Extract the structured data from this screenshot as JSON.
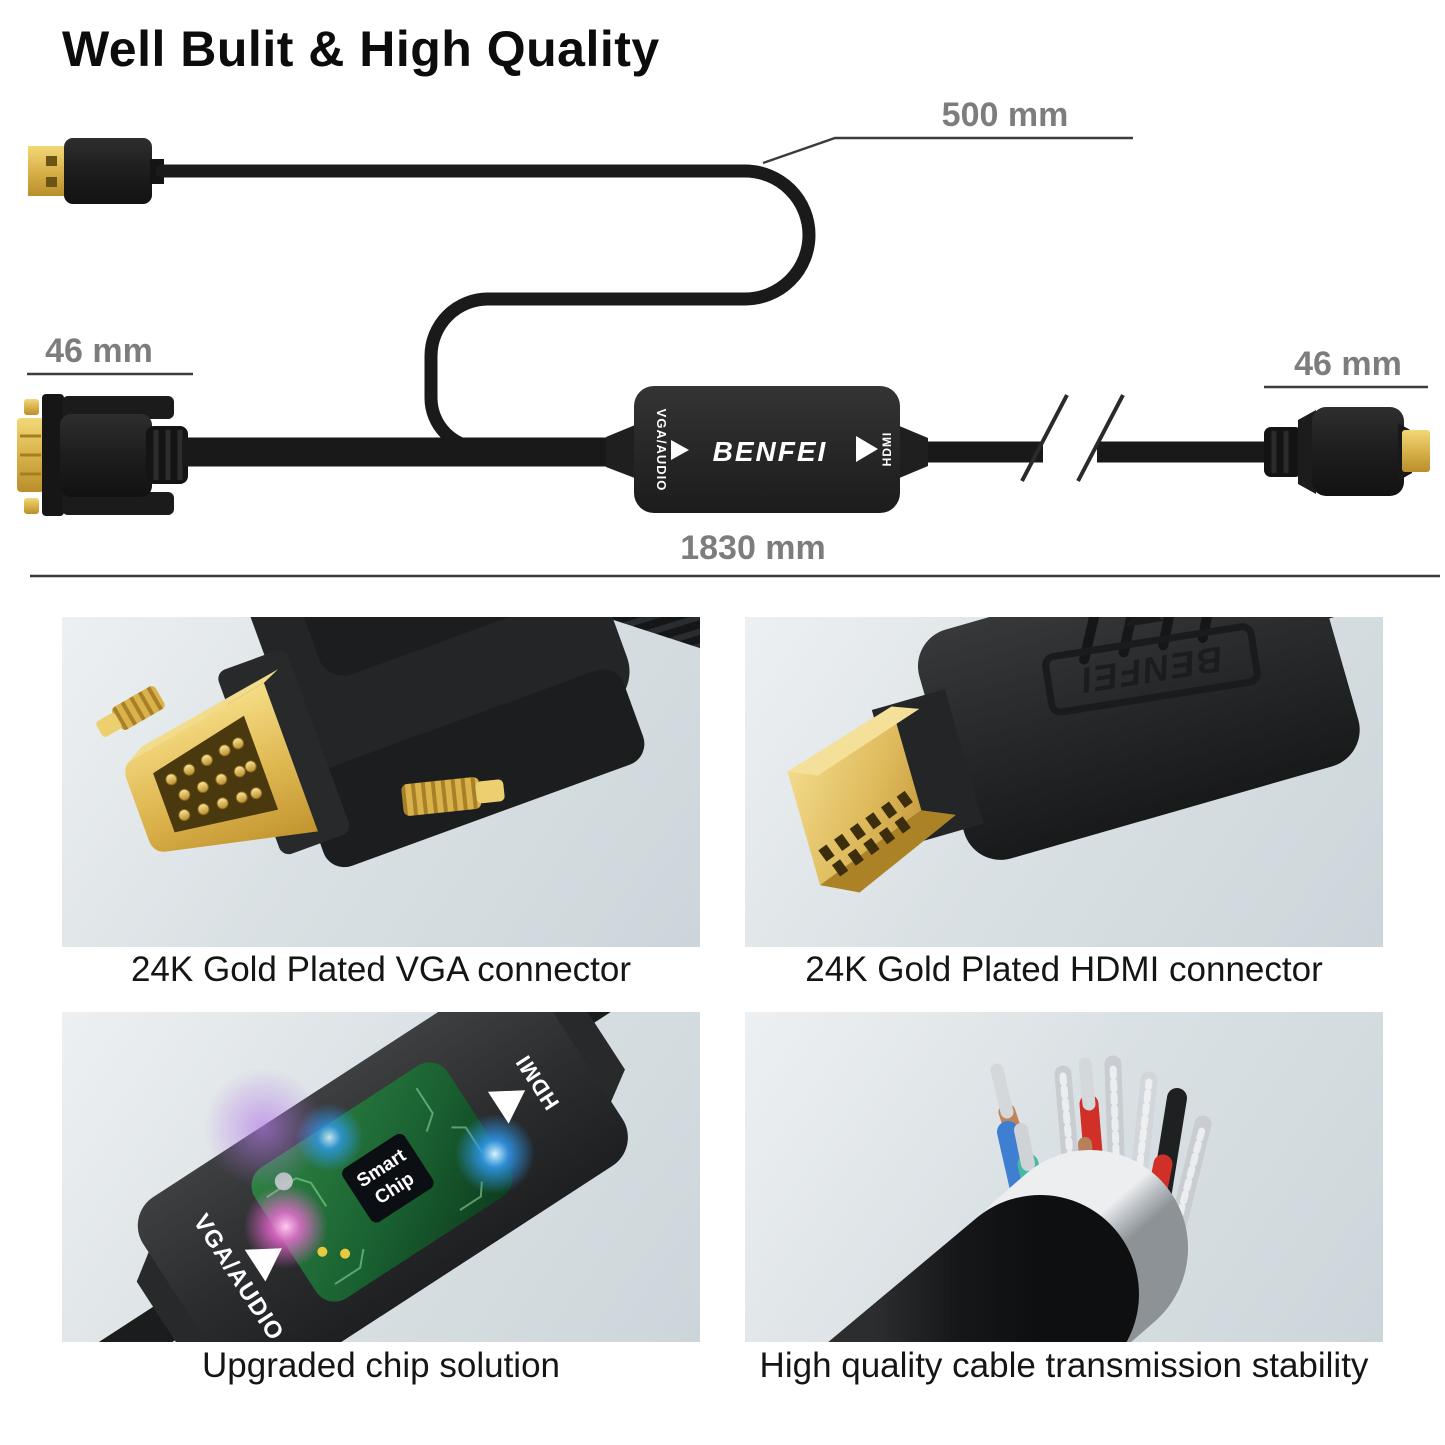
{
  "title": "Well Bulit & High Quality",
  "diagram": {
    "usb_cable_length": "500 mm",
    "vga_connector_length": "46 mm",
    "hdmi_connector_length": "46 mm",
    "total_cable_length": "1830 mm",
    "adapter_brand": "BENFEI",
    "vga_audio_label": "VGA/AUDIO",
    "hdmi_label": "HDMI"
  },
  "features": {
    "vga": {
      "caption": "24K Gold Plated VGA connector"
    },
    "hdmi": {
      "caption": "24K Gold Plated HDMI connector",
      "embossed_brand": "BENFEI"
    },
    "chip": {
      "caption": "Upgraded chip solution",
      "chip_line1": "Smart",
      "chip_line2": "Chip",
      "vga_audio_label": "VGA/AUDIO",
      "hdmi_label": "HDMI"
    },
    "cable": {
      "caption": "High quality cable transmission stability"
    }
  },
  "colors": {
    "gold": "#d9b24a",
    "cable_black": "#1b1b1b",
    "dimension_text_gray": "#7d7d7d",
    "photo_background": "#d7dee2",
    "pcb_green": "#1e6b33"
  }
}
